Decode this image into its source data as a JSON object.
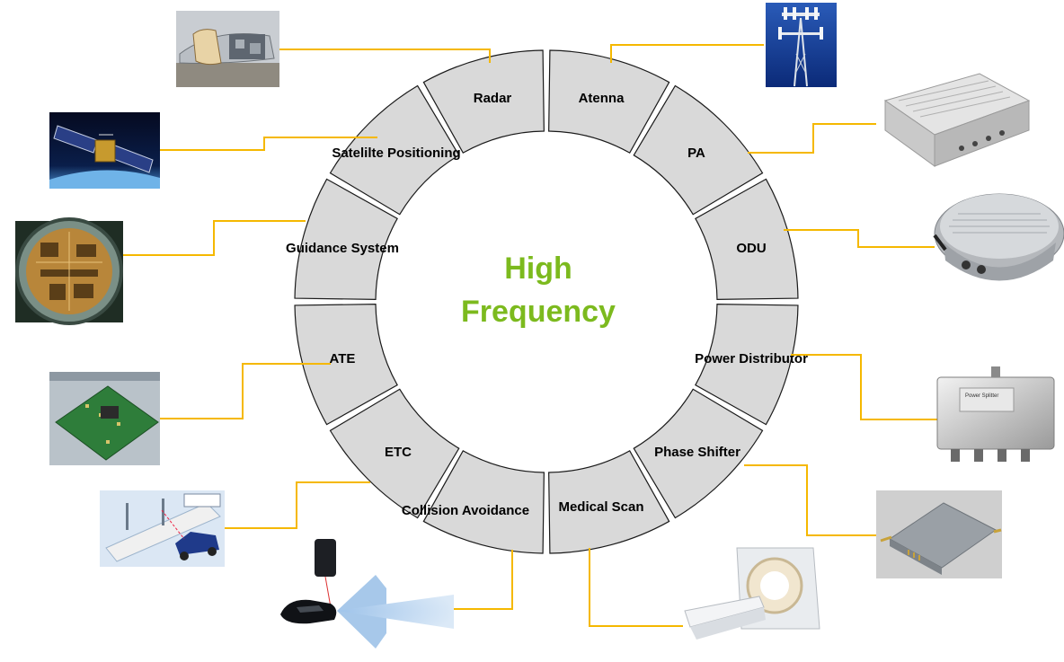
{
  "title_lines": [
    "High",
    "Frequency"
  ],
  "segments": [
    {
      "id": "radar",
      "label": "Radar",
      "icon": "fighter-jet-radar-icon"
    },
    {
      "id": "atenna",
      "label": "Atenna",
      "icon": "cell-tower-icon"
    },
    {
      "id": "pa",
      "label": "PA",
      "icon": "power-amplifier-box-icon"
    },
    {
      "id": "odu",
      "label": "ODU",
      "icon": "outdoor-unit-icon"
    },
    {
      "id": "power-distributor",
      "label": "Power Distributor",
      "icon": "power-splitter-icon"
    },
    {
      "id": "phase-shifter",
      "label": "Phase Shifter",
      "icon": "phase-shifter-module-icon"
    },
    {
      "id": "medical-scan",
      "label": "Medical Scan",
      "icon": "ct-scanner-icon"
    },
    {
      "id": "collision-avoidance",
      "label": "Collision Avoidance",
      "icon": "car-radar-icon"
    },
    {
      "id": "etc",
      "label": "ETC",
      "icon": "toll-collection-icon"
    },
    {
      "id": "ate",
      "label": "ATE",
      "icon": "test-circuit-board-icon"
    },
    {
      "id": "guidance-system",
      "label": "Guidance System",
      "icon": "guidance-electronics-icon"
    },
    {
      "id": "satelilte-positioning",
      "label": "Satelilte Positioning",
      "icon": "satellite-icon"
    }
  ],
  "colors": {
    "title": "#7cba1e",
    "segment_fill": "#d9d9d9",
    "leader": "#f5b800"
  }
}
